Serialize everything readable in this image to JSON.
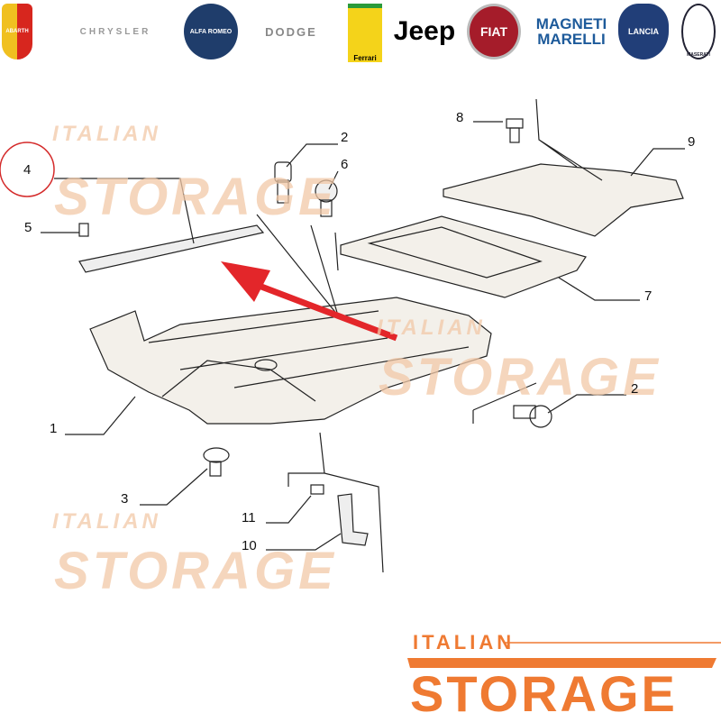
{
  "logos": [
    {
      "name": "abarth",
      "text": "ABARTH"
    },
    {
      "name": "chrysler",
      "text": "CHRYSLER"
    },
    {
      "name": "alfa-romeo",
      "text": "ALFA ROMEO"
    },
    {
      "name": "dodge",
      "text": "DODGE"
    },
    {
      "name": "ferrari",
      "text": "Ferrari"
    },
    {
      "name": "jeep",
      "text": "Jeep"
    },
    {
      "name": "fiat",
      "text": "FIAT"
    },
    {
      "name": "magneti-marelli",
      "text": "MAGNETI MARELLI"
    },
    {
      "name": "lancia",
      "text": "LANCIA"
    },
    {
      "name": "maserati",
      "text": "MASERATI"
    }
  ],
  "watermark": {
    "line1": "ITALIAN",
    "line2": "STORAGE"
  },
  "callouts": [
    "2",
    "6",
    "4",
    "5",
    "8",
    "9",
    "7",
    "1",
    "2",
    "3",
    "11",
    "10"
  ],
  "brand": {
    "line1": "ITALIAN",
    "line2": "STORAGE",
    "color": "#ef7a32"
  },
  "colors": {
    "arrow": "#e3262a",
    "highlight_circle": "#d42a2a"
  }
}
